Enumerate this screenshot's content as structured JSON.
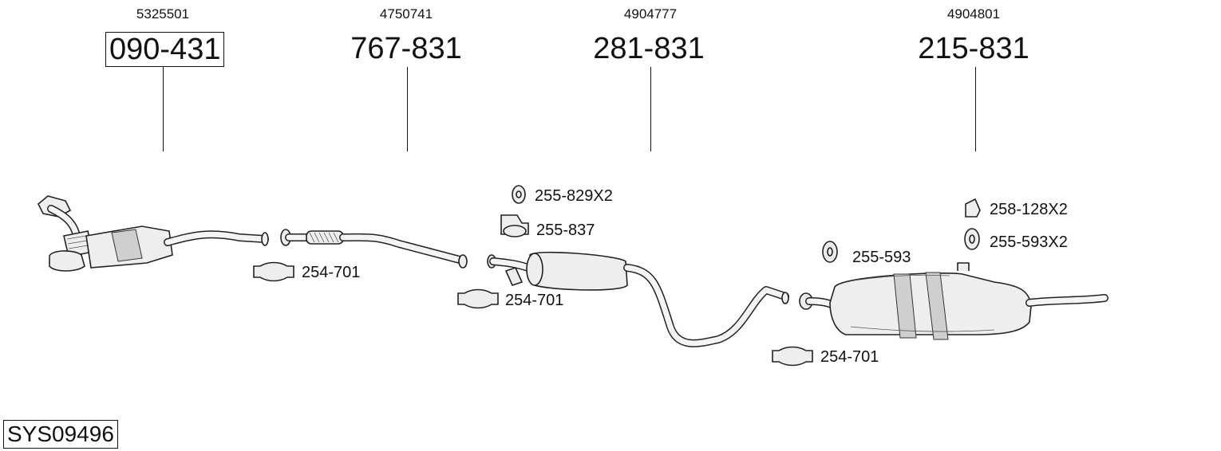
{
  "groups": [
    {
      "oe": "5325501",
      "part": "090-431"
    },
    {
      "oe": "4750741",
      "part": "767-831"
    },
    {
      "oe": "4904777",
      "part": "281-831"
    },
    {
      "oe": "4904801",
      "part": "215-831"
    }
  ],
  "accessories": {
    "clamp_1": "254-701",
    "clamp_2": "254-701",
    "clamp_3": "254-701",
    "rubber_1": "255-829X2",
    "bracket_1": "255-837",
    "rubber_2": "255-593",
    "bracket_2": "258-128X2",
    "rubber_3": "255-593X2"
  },
  "system_number": "SYS09496",
  "icons": {
    "catalytic_converter": "catalytic-converter-icon",
    "intermediate_pipe": "intermediate-pipe-icon",
    "front_silencer": "front-silencer-icon",
    "rear_silencer": "rear-silencer-icon",
    "clamp": "clamp-icon",
    "rubber_mount": "rubber-mount-icon",
    "bracket": "bracket-icon"
  }
}
